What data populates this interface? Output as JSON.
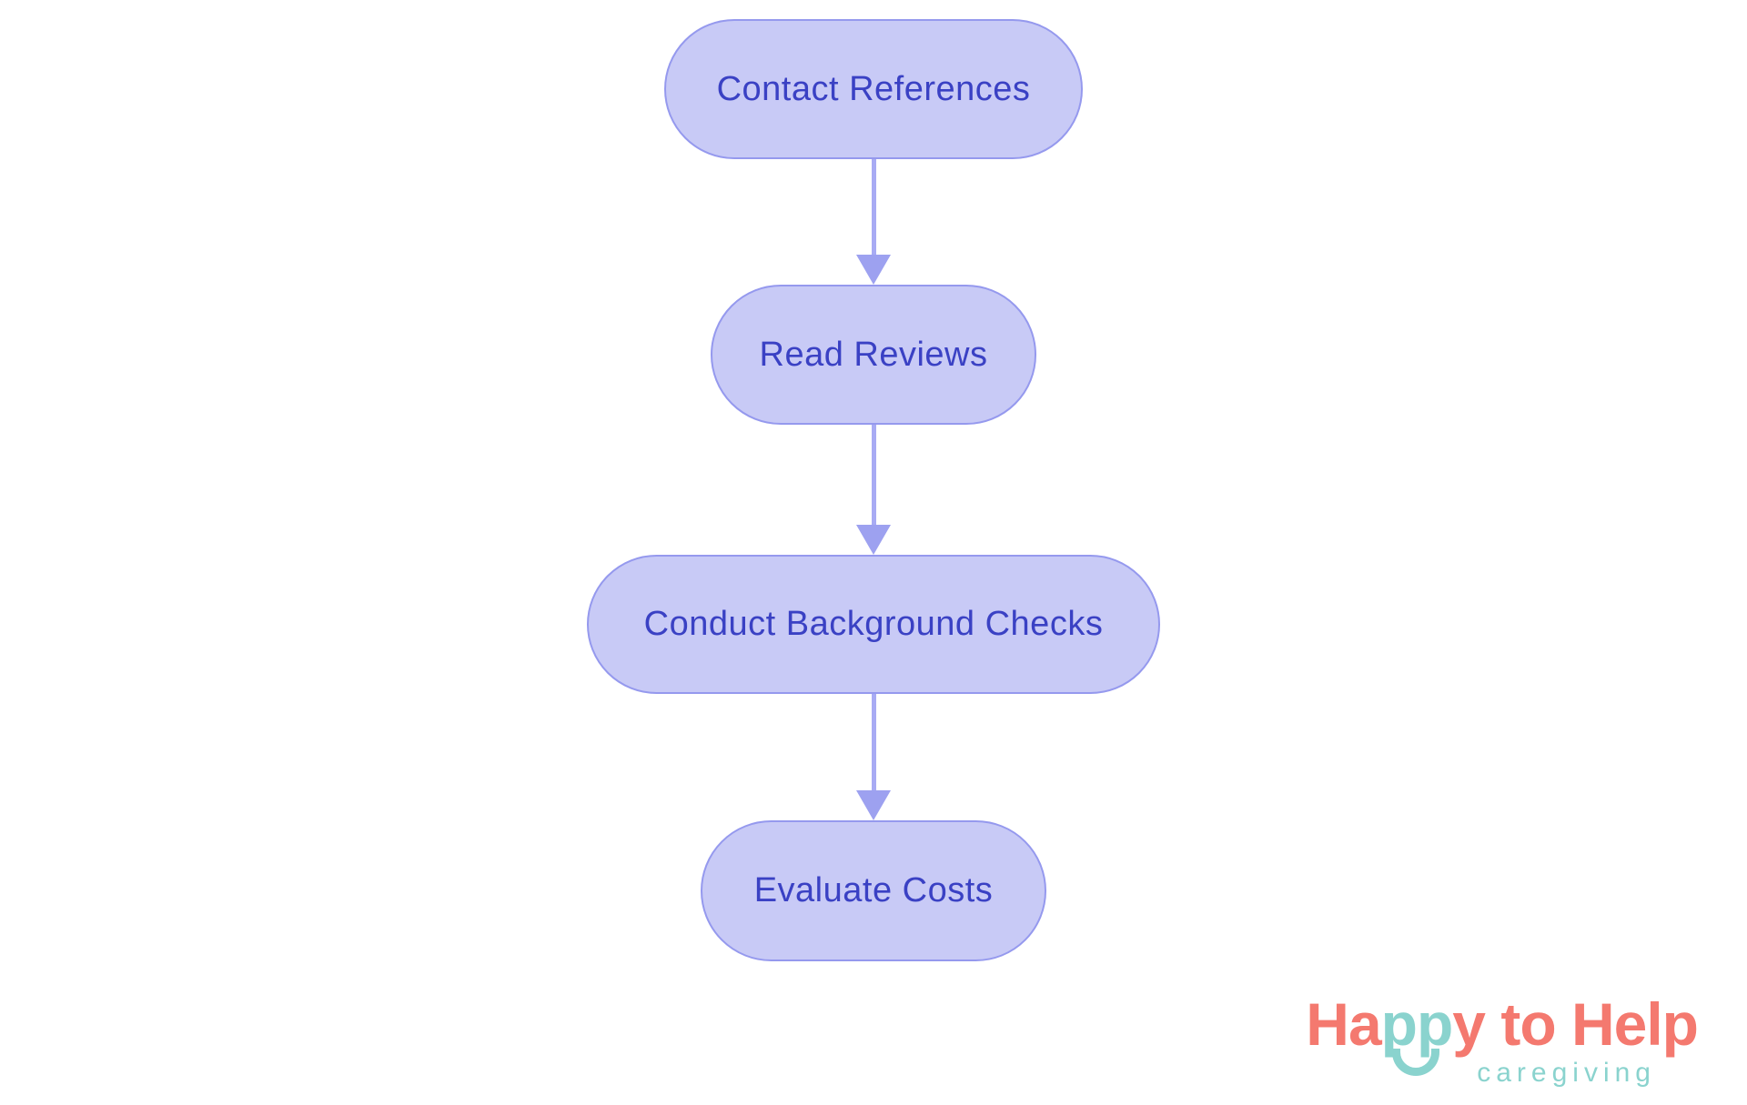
{
  "page": {
    "background_color": "#ffffff"
  },
  "flowchart": {
    "type": "vertical-process-flow",
    "colors": {
      "node_fill": "#C8CAF6",
      "node_border": "#9599EE",
      "node_text": "#3A41C4",
      "arrow_line": "#A8ABF4",
      "arrow_head": "#9DA1F0"
    },
    "nodes": [
      {
        "id": "contact-references",
        "label": "Contact References"
      },
      {
        "id": "read-reviews",
        "label": "Read Reviews"
      },
      {
        "id": "conduct-background-checks",
        "label": "Conduct Background Checks"
      },
      {
        "id": "evaluate-costs",
        "label": "Evaluate Costs"
      }
    ],
    "edges": [
      {
        "from": "contact-references",
        "to": "read-reviews"
      },
      {
        "from": "read-reviews",
        "to": "conduct-background-checks"
      },
      {
        "from": "conduct-background-checks",
        "to": "evaluate-costs"
      }
    ]
  },
  "logo": {
    "brand_part1": "Ha",
    "brand_part2": "pp",
    "brand_part3": "y to Help",
    "tagline": "caregiving",
    "colors": {
      "coral": "#F4796F",
      "teal": "#8AD3CE"
    }
  }
}
